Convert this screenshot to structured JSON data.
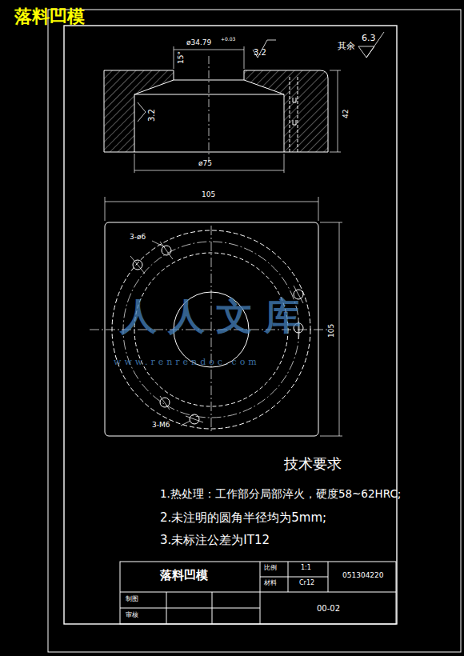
{
  "diagram": {
    "title": "落料凹模",
    "labels": [
      "ø34.79",
      "+0.03",
      "15°",
      "3.2",
      "其余",
      "6.3",
      "3.2",
      "42",
      "ø75",
      "105",
      "105",
      "3-ø6",
      "3-M6",
      "人人文库",
      "www.renrendoc.com",
      "技术要求",
      "1.热处理：工作部分局部淬火，硬度58~62HRC;",
      "2.未注明的圆角半径均为5mm;",
      "3.未标注公差为IT12",
      "落料凹模",
      "比例",
      "1:1",
      "材料",
      "Cr12",
      "051304220",
      "制图",
      "审核",
      "00-02"
    ]
  }
}
